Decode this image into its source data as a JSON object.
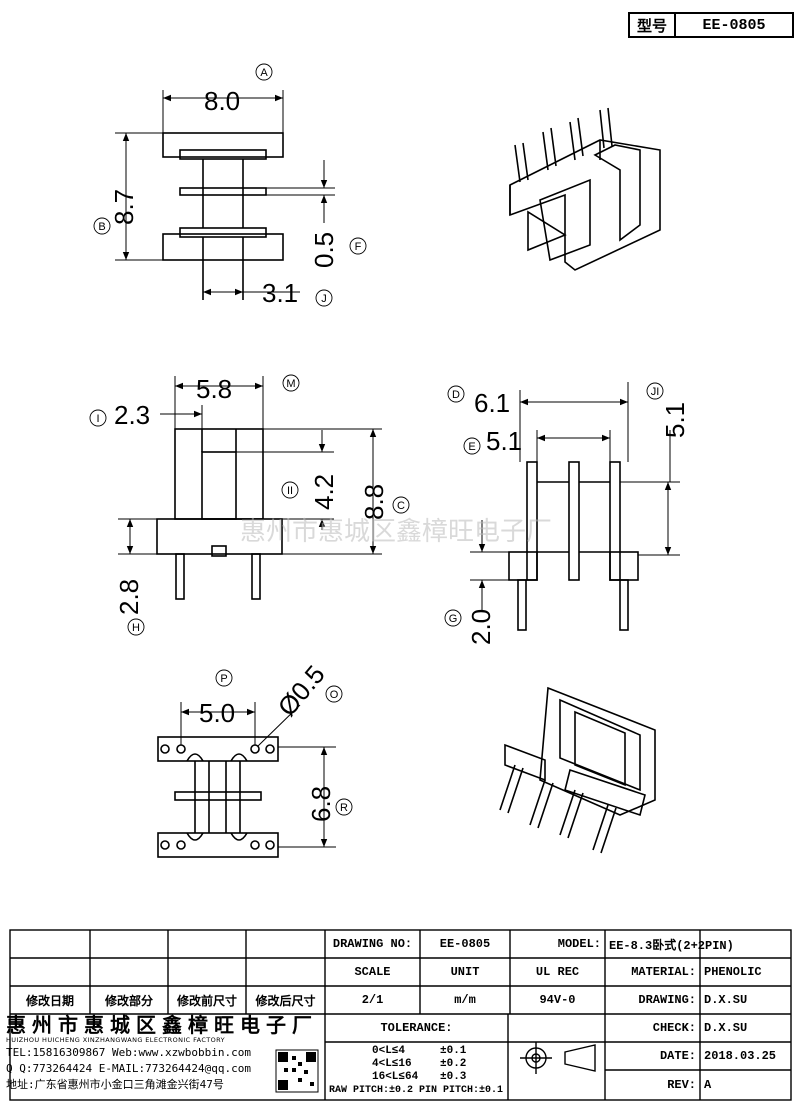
{
  "header": {
    "model_label": "型号",
    "model_value": "EE-0805"
  },
  "dims": {
    "top_width": "8.0",
    "top_height": "8.7",
    "flange_thk": "0.5",
    "core_w": "3.1",
    "front_w": "5.8",
    "front_left": "2.3",
    "window_h": "4.2",
    "front_h": "8.8",
    "pin_len_front": "2.8",
    "side_total": "6.1",
    "side_inner": "5.1",
    "side_h": "5.1",
    "pin_len_side": "2.0",
    "bottom_pitch": "5.0",
    "pin_dia": "Ø0.5",
    "bottom_h": "6.8"
  },
  "callouts": [
    "A",
    "B",
    "F",
    "J",
    "M",
    "I",
    "II",
    "C",
    "H",
    "D",
    "E",
    "JI",
    "G",
    "P",
    "O",
    "R"
  ],
  "watermark": "惠州市惠城区鑫樟旺电子厂",
  "title_block": {
    "revision_headers": [
      "修改日期",
      "修改部分",
      "修改前尺寸",
      "修改后尺寸"
    ],
    "drawing_no_label": "DRAWING NO:",
    "drawing_no": "EE-0805",
    "model_label": "MODEL:",
    "model": "EE-8.3卧式(2+2PIN)",
    "scale_label": "SCALE",
    "unit_label": "UNIT",
    "ul_label": "UL REC",
    "material_label": "MATERIAL:",
    "material": "PHENOLIC",
    "scale": "2/1",
    "unit": "m/m",
    "ul": "94V-0",
    "drawing_label": "DRAWING:",
    "drawing_by": "D.X.SU",
    "tolerance_label": "TOLERANCE:",
    "check_label": "CHECK:",
    "check_by": "D.X.SU",
    "tol_rows": [
      {
        "range": "0<L≤4",
        "tol": "±0.1"
      },
      {
        "range": "4<L≤16",
        "tol": "±0.2"
      },
      {
        "range": "16<L≤64",
        "tol": "±0.3"
      }
    ],
    "pitch_line": "RAW PITCH:±0.2 PIN PITCH:±0.1",
    "date_label": "DATE:",
    "date": "2018.03.25",
    "rev_label": "REV:",
    "rev": "A"
  },
  "company": {
    "name": "惠州市惠城区鑫樟旺电子厂",
    "english": "HUIZHOU HUICHENG XINZHANGWANG ELECTRONIC FACTORY",
    "tel_web": "TEL:15816309867 Web:www.xzwbobbin.com",
    "qq_mail": "Q Q:773264424 E-MAIL:773264424@qq.com",
    "address": "地址:广东省惠州市小金口三角滩金兴街47号"
  }
}
